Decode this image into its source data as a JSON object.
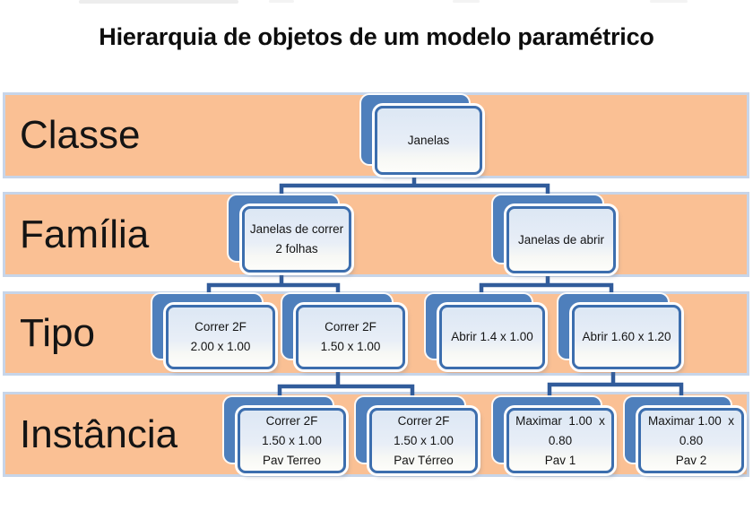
{
  "title": "Hierarquia de objetos de um modelo paramétrico",
  "colors": {
    "band_fill": "#FAC094",
    "band_border": "#C7D5E9",
    "card_back": "#4E7FBC",
    "card_border": "#3C6EAE",
    "connector": "#315C9B"
  },
  "bands": [
    {
      "label": "Classe"
    },
    {
      "label": "Família"
    },
    {
      "label": "Tipo"
    },
    {
      "label": "Instância"
    }
  ],
  "nodes": {
    "janelas": {
      "lines": [
        "Janelas"
      ]
    },
    "fam_correr": {
      "lines": [
        "Janelas de correr",
        "2 folhas"
      ]
    },
    "fam_abrir": {
      "lines": [
        "Janelas de abrir"
      ]
    },
    "tipo_correr_200": {
      "lines": [
        "Correr 2F",
        "2.00 x 1.00"
      ]
    },
    "tipo_correr_150": {
      "lines": [
        "Correr 2F",
        "1.50 x 1.00"
      ]
    },
    "tipo_abrir_14": {
      "lines": [
        "Abrir 1.4 x 1.00"
      ]
    },
    "tipo_abrir_160": {
      "lines": [
        "Abrir 1.60 x 1.20"
      ]
    },
    "inst_terreo_1": {
      "lines": [
        "Correr 2F",
        "1.50 x 1.00",
        "Pav Terreo"
      ]
    },
    "inst_terreo_2": {
      "lines": [
        "Correr 2F",
        "1.50 x 1.00",
        "Pav Térreo"
      ]
    },
    "inst_pav1": {
      "lines": [
        "Maximar  1.00  x",
        "0.80",
        "Pav 1"
      ]
    },
    "inst_pav2": {
      "lines": [
        "Maximar 1.00  x",
        "0.80",
        "Pav 2"
      ]
    }
  }
}
